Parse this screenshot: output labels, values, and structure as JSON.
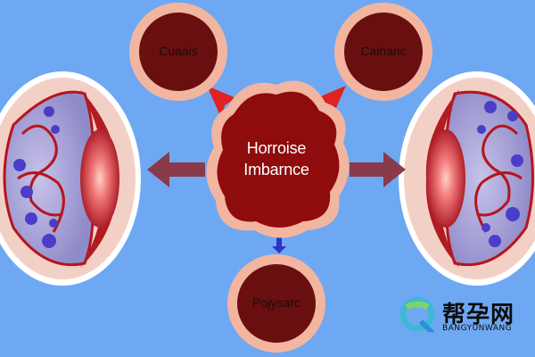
{
  "diagram": {
    "center": {
      "line1": "Horroise",
      "line2": "Imbarnce"
    },
    "nodes": {
      "top_left": "Cuaais",
      "top_right": "Cainanc",
      "bottom": "Pojysarc"
    }
  },
  "watermark": {
    "cn": "帮孕网",
    "en": "BANGYUNWANG"
  },
  "colors": {
    "background": "#6fa8f2",
    "ring": "#f2b6a0",
    "node_fill": "#6a0f0f",
    "center_fill": "#8e0c0c",
    "arrow": "#8b3a4a",
    "red_arrow": "#e02222"
  }
}
